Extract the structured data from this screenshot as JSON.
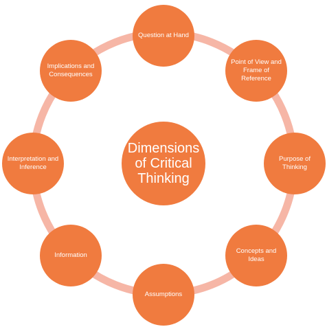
{
  "colors": {
    "node_fill": "#F07B3F",
    "connector": "#F6B6A6",
    "text": "#FFFFFF",
    "background": "#FFFFFF"
  },
  "center": {
    "label": "Dimensions of Critical Thinking"
  },
  "nodes": [
    {
      "label": "Question at Hand"
    },
    {
      "label": "Point of View and Frame of Reference"
    },
    {
      "label": "Purpose of Thinking"
    },
    {
      "label": "Concepts and Ideas"
    },
    {
      "label": "Assumptions"
    },
    {
      "label": "Information"
    },
    {
      "label": "Interpretation and Inference"
    },
    {
      "label": "Implications and Consequences"
    }
  ]
}
